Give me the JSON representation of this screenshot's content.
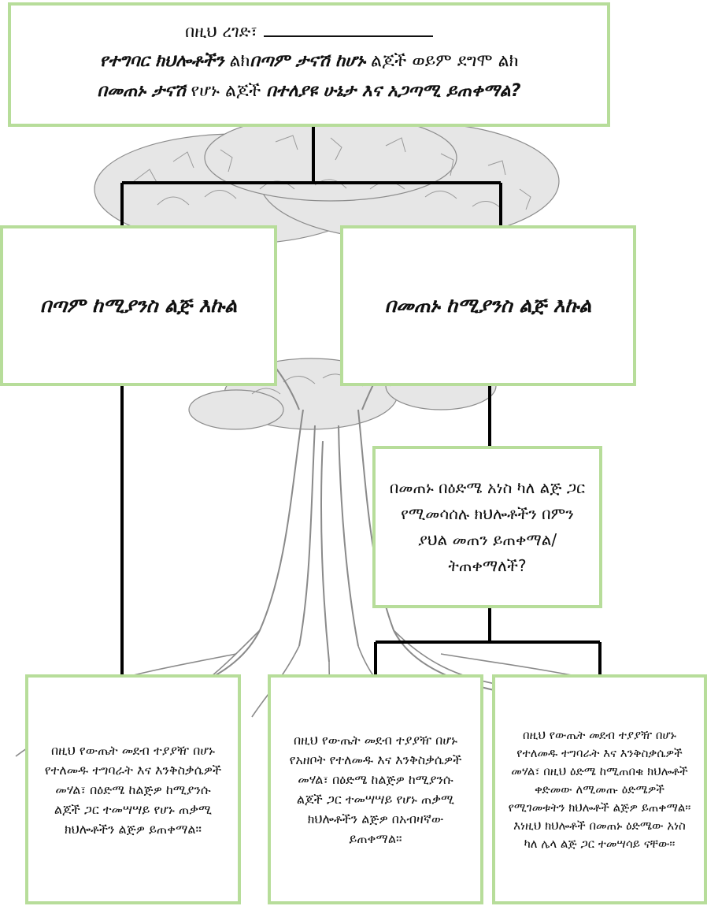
{
  "question": {
    "name_label": "በዚህ ረገድ፣",
    "line1_bold_a": "የተግባር ክህሎቶችን",
    "line1_plain_a": " ልክ",
    "line1_bold_b": "በጣም ታናሽ ከሆኑ",
    "line1_plain_b": " ልጆች ወይም ደግሞ ልክ",
    "line2_bold_a": "በመጠኑ ታናሽ",
    "line2_plain_a": " የሆኑ ልጆች ",
    "line2_bold_b": "በተለያዩ ሁኔታ እና አጋጣሚ ይጠቀማል?"
  },
  "left_branch": {
    "label": "በጣም ከሚያንስ ልጅ እኩል"
  },
  "right_branch": {
    "label": "በመጠኑ ከሚያንስ ልጅ እኩል"
  },
  "mid_question": {
    "text": "በመጠኑ በዕድሜ አነስ ካለ ልጅ ጋር የሚመሳሰሉ ክህሎቶችን በምን ያህል መጠን ይጠቀማል/ ትጠቀማለች?"
  },
  "outcomes": {
    "left": "በዚህ የውጤት መደብ ተያያዥ በሆኑ የተለመዱ ተግባራት እና እንቅስቃሴዎች መሃል፣ በዕድሜ ከልጅዎ ከሚያንሱ ልጆች ጋር ተመሣሣይ የሆኑ ጠቃሚ ክህሎቶችን ልጅዎ ይጠቀማል።",
    "middle": "በዚህ የውጤት መደብ ተያያዥ በሆኑ የአዘቦት የተለመዱ እና እንቅስቃሴዎች መሃል፣ በዕድሜ ከልጅዎ ከሚያንሱ ልጆች ጋር ተመሣሣይ የሆኑ ጠቃሚ ክህሎቶችን ልጅዎ በአብዛኛው ይጠቀማል።",
    "right": "በዚህ የውጤት መደብ ተያያዥ በሆኑ የተለመዱ ተግባራት እና እንቅስቃሴዎች መሃል፣ በዚህ ዕድሜ ከሚጠበቁ ክህሎቶች ቀድመው ለሚመጡ ዕድሜዎች የሚገመቱትን ክህሎቶች ልጅዎ ይጠቀማል። እነዚህ ክህሎቶች በመጠኑ ዕድሜው አነስ ካለ ሌላ ልጅ ጋር ተመሣሳይ ናቸው።"
  },
  "colors": {
    "box_border": "#b7dd9a",
    "connector": "#000000",
    "tree": "#9a9a9a"
  }
}
